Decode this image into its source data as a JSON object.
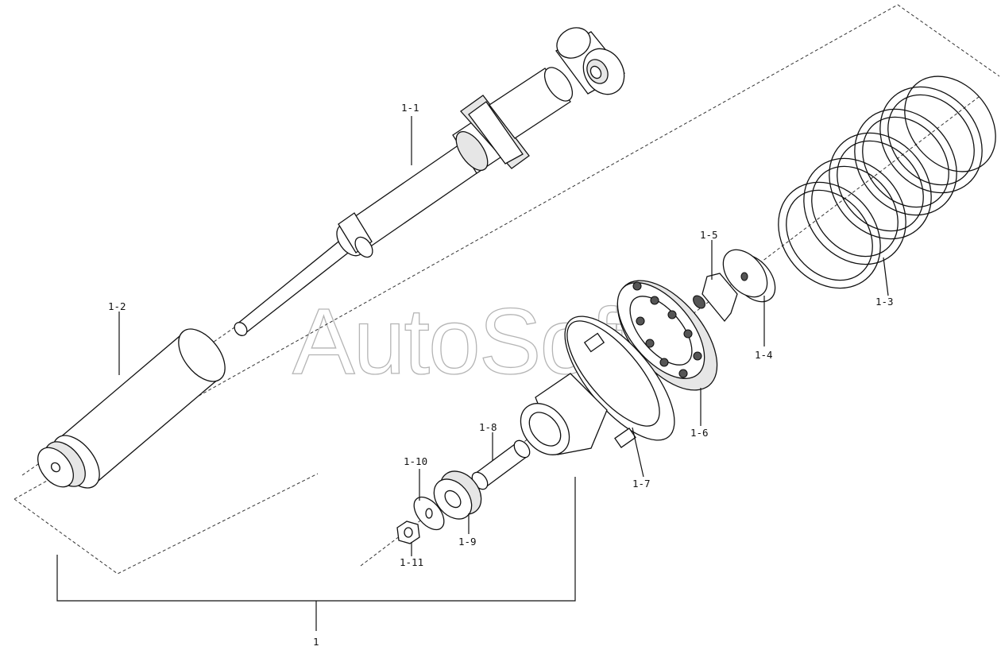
{
  "watermark": "AutoSoft",
  "assembly_label": "1",
  "parts": {
    "p1_1": "1-1",
    "p1_2": "1-2",
    "p1_3": "1-3",
    "p1_4": "1-4",
    "p1_5": "1-5",
    "p1_6": "1-6",
    "p1_7": "1-7",
    "p1_8": "1-8",
    "p1_9": "1-9",
    "p1_10": "1-10",
    "p1_11": "1-11"
  }
}
